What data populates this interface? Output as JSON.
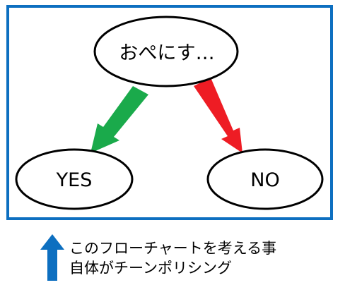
{
  "colors": {
    "frame_border": "#0d6fc0",
    "yes_arrow": "#1aaa4b",
    "no_arrow": "#ee1c24",
    "up_arrow": "#0d6fc0"
  },
  "nodes": {
    "root": {
      "label": "おぺにす…"
    },
    "yes": {
      "label": "YES"
    },
    "no": {
      "label": "NO"
    }
  },
  "caption": {
    "line1": "このフローチャートを考える事",
    "line2": "自体がチーンポリシング"
  },
  "icons": {
    "caption_arrow": "up-arrow-icon"
  }
}
